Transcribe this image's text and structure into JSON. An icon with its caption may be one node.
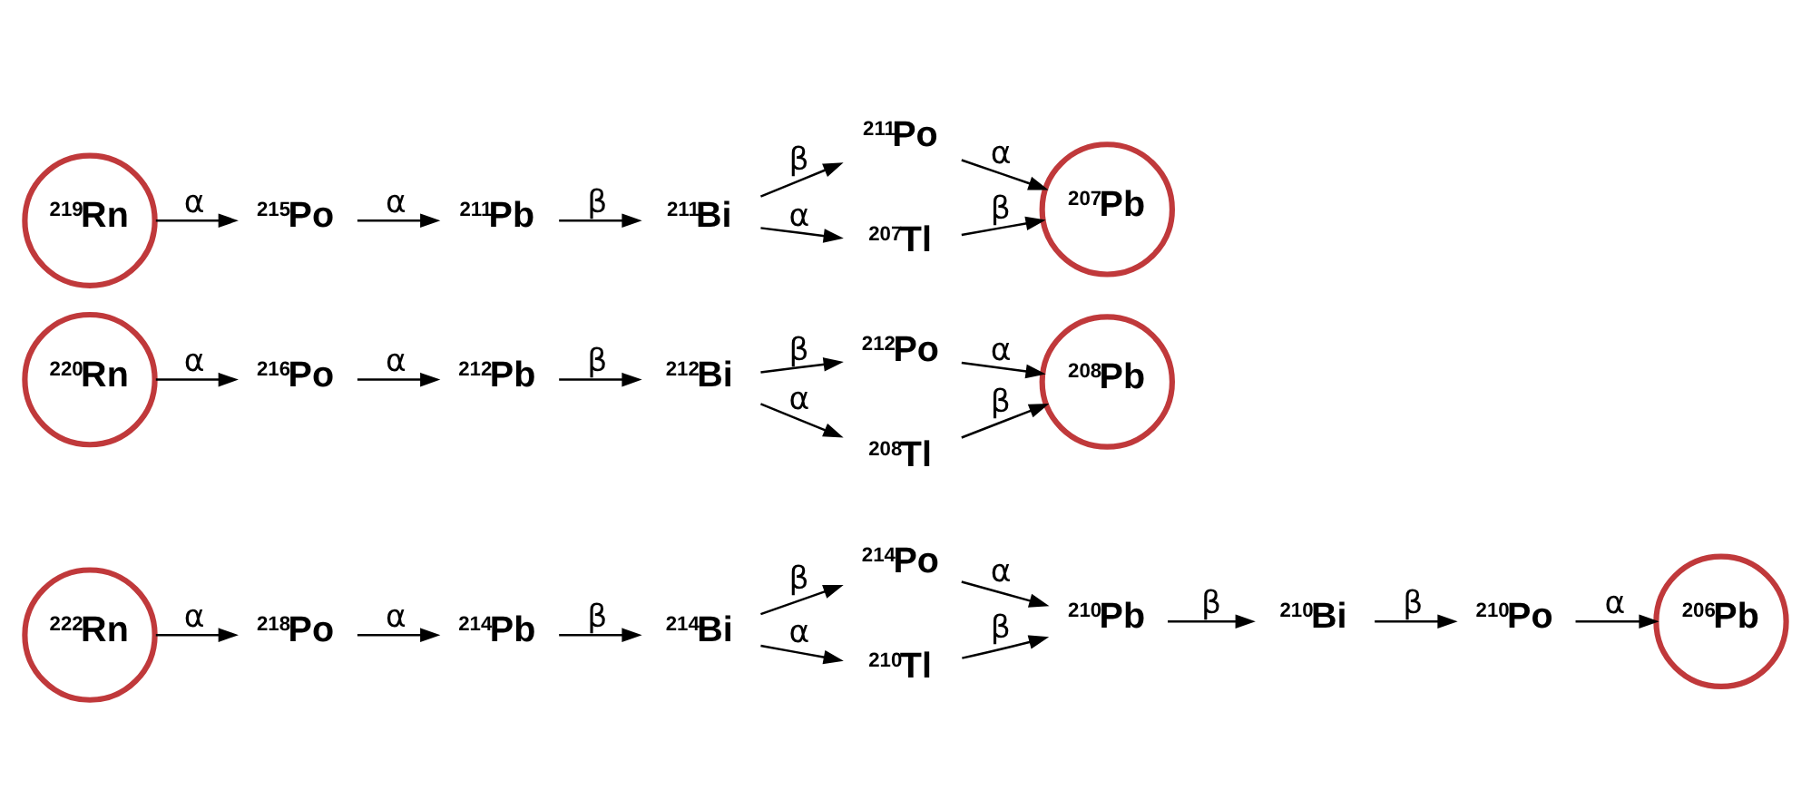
{
  "diagram": {
    "nodes": [
      {
        "text": [
          "$^{222}$Rn"
        ]
      },
      {
        "text": [
          "$^{218}$Po"
        ]
      },
      {
        "text": [
          "$^{214}$Pb"
        ]
      },
      {
        "text": [
          "$^{214}$Bi"
        ]
      },
      {
        "text": [
          "$^{214}$Po"
        ]
      },
      {
        "text": [
          "$^{210}$Tl"
        ]
      },
      {
        "text": [
          "$^{210}$Pb"
        ]
      },
      {
        "text": [
          "$^{210}$Bi"
        ]
      },
      {
        "text": [
          "$^{210}$Po"
        ]
      },
      {
        "text": [
          "$^{206}$Pb"
        ]
      },
      {
        "text": [
          "$^{220}$Rn"
        ]
      },
      {
        "text": [
          "$^{216}$Po"
        ]
      },
      {
        "text": [
          "$^{212}$Pb"
        ]
      },
      {
        "text": [
          "$^{212}$Bi"
        ]
      },
      {
        "text": [
          "$^{212}$Po"
        ]
      },
      {
        "text": [
          "$^{208}$Tl"
        ]
      },
      {
        "text": [
          "$^{208}$Pb"
        ]
      },
      {
        "text": [
          "$^{219}$Rn"
        ]
      },
      {
        "text": [
          "$^{215}$Po"
        ]
      },
      {
        "text": [
          "$^{211}$Pb"
        ]
      },
      {
        "text": [
          "$^{211}$Bi"
        ]
      },
      {
        "text": [
          "$^{211}$Po"
        ]
      },
      {
        "text": [
          "$^{207}$Tl"
        ]
      },
      {
        "text": [
          "$^{207}$Pb"
        ]
      }
    ],
    "edges": [
      {
        "from": 0,
        "to": 1,
        "arrow": "to",
        "label": "α"
      },
      {
        "from": 1,
        "to": 2,
        "arrow": "to",
        "label": "α"
      },
      {
        "from": 2,
        "to": 3,
        "arrow": "to",
        "label": "β"
      },
      {
        "from": 3,
        "to": 4,
        "arrow": "to",
        "label": "β"
      },
      {
        "from": 3,
        "to": 5,
        "arrow": "to",
        "label": "α"
      },
      {
        "from": 4,
        "to": 6,
        "arrow": "to",
        "label": "α"
      },
      {
        "from": 5,
        "to": 6,
        "arrow": "to",
        "label": "β"
      },
      {
        "from": 6,
        "to": 7,
        "arrow": "to",
        "label": "β"
      },
      {
        "from": 7,
        "to": 8,
        "arrow": "to",
        "label": "β"
      },
      {
        "from": 8,
        "to": 9,
        "arrow": "to",
        "label": "α"
      },
      {
        "from": 10,
        "to": 11,
        "arrow": "to",
        "label": "α"
      },
      {
        "from": 11,
        "to": 12,
        "arrow": "to",
        "label": "α"
      },
      {
        "from": 12,
        "to": 13,
        "arrow": "to",
        "label": "β"
      },
      {
        "from": 13,
        "to": 14,
        "arrow": "to",
        "label": "β"
      },
      {
        "from": 13,
        "to": 15,
        "arrow": "to",
        "label": "α"
      },
      {
        "from": 14,
        "to": 16,
        "arrow": "to",
        "label": "α"
      },
      {
        "from": 15,
        "to": 16,
        "arrow": "to",
        "label": "β"
      },
      {
        "from": 17,
        "to": 18,
        "arrow": "to",
        "label": "α"
      },
      {
        "from": 18,
        "to": 19,
        "arrow": "to",
        "label": "α"
      },
      {
        "from": 19,
        "to": 20,
        "arrow": "to",
        "label": "β"
      },
      {
        "from": 20,
        "to": 21,
        "arrow": "to",
        "label": "β"
      },
      {
        "from": 20,
        "to": 22,
        "arrow": "to",
        "label": "α"
      },
      {
        "from": 21,
        "to": 23,
        "arrow": "to",
        "label": "α"
      },
      {
        "from": 22,
        "to": 23,
        "arrow": "to",
        "label": "β"
      }
    ]
  }
}
